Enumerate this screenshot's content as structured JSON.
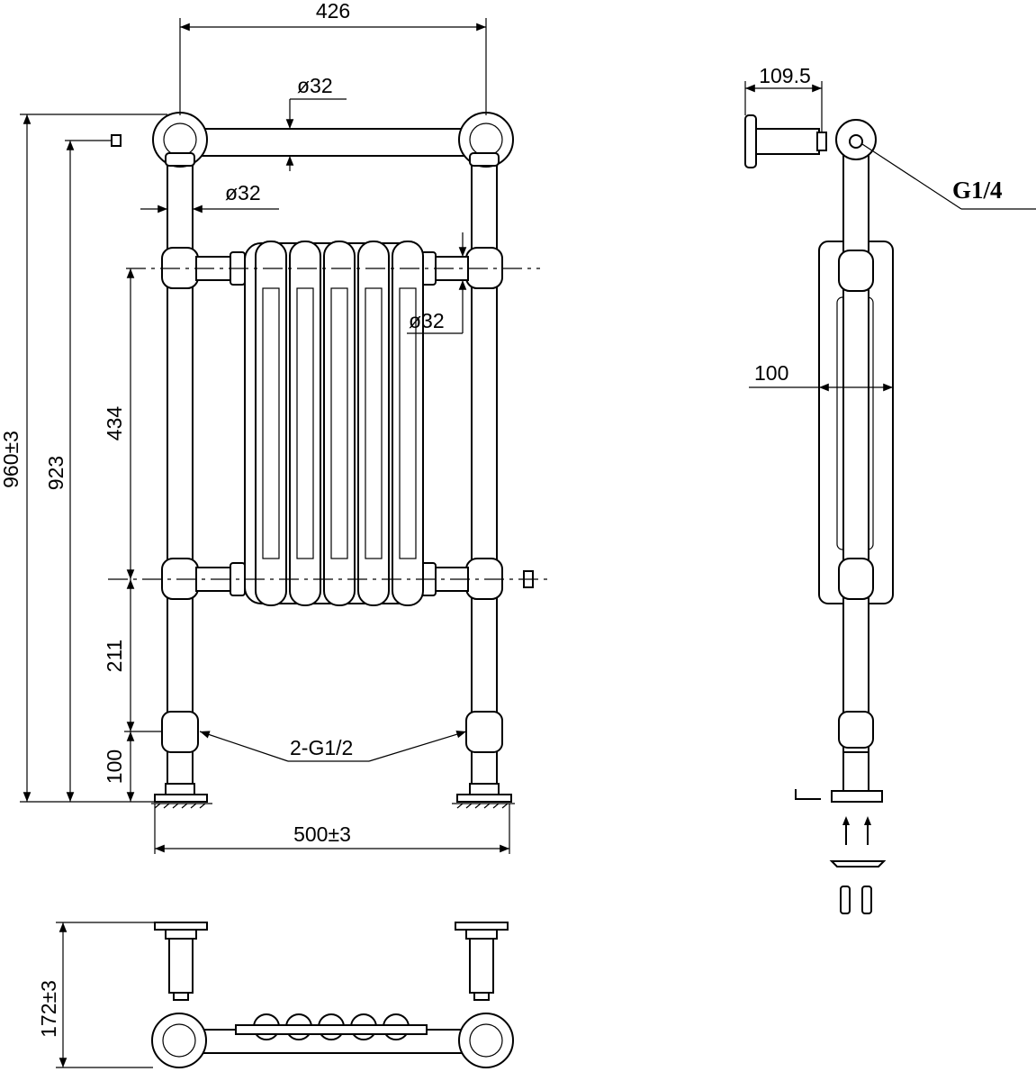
{
  "front_view": {
    "width_top": "426",
    "dia_top_rail": "ø32",
    "dia_left_leg": "ø32",
    "dia_right_conn": "ø32",
    "height_total": "960±3",
    "height_923": "923",
    "height_434": "434",
    "height_211": "211",
    "height_100": "100",
    "valve_label": "2-G1/2",
    "width_base": "500±3"
  },
  "side_view": {
    "depth_top": "109.5",
    "thread_label": "G1/4",
    "panel_depth": "100"
  },
  "top_view": {
    "depth_total": "172±3"
  }
}
